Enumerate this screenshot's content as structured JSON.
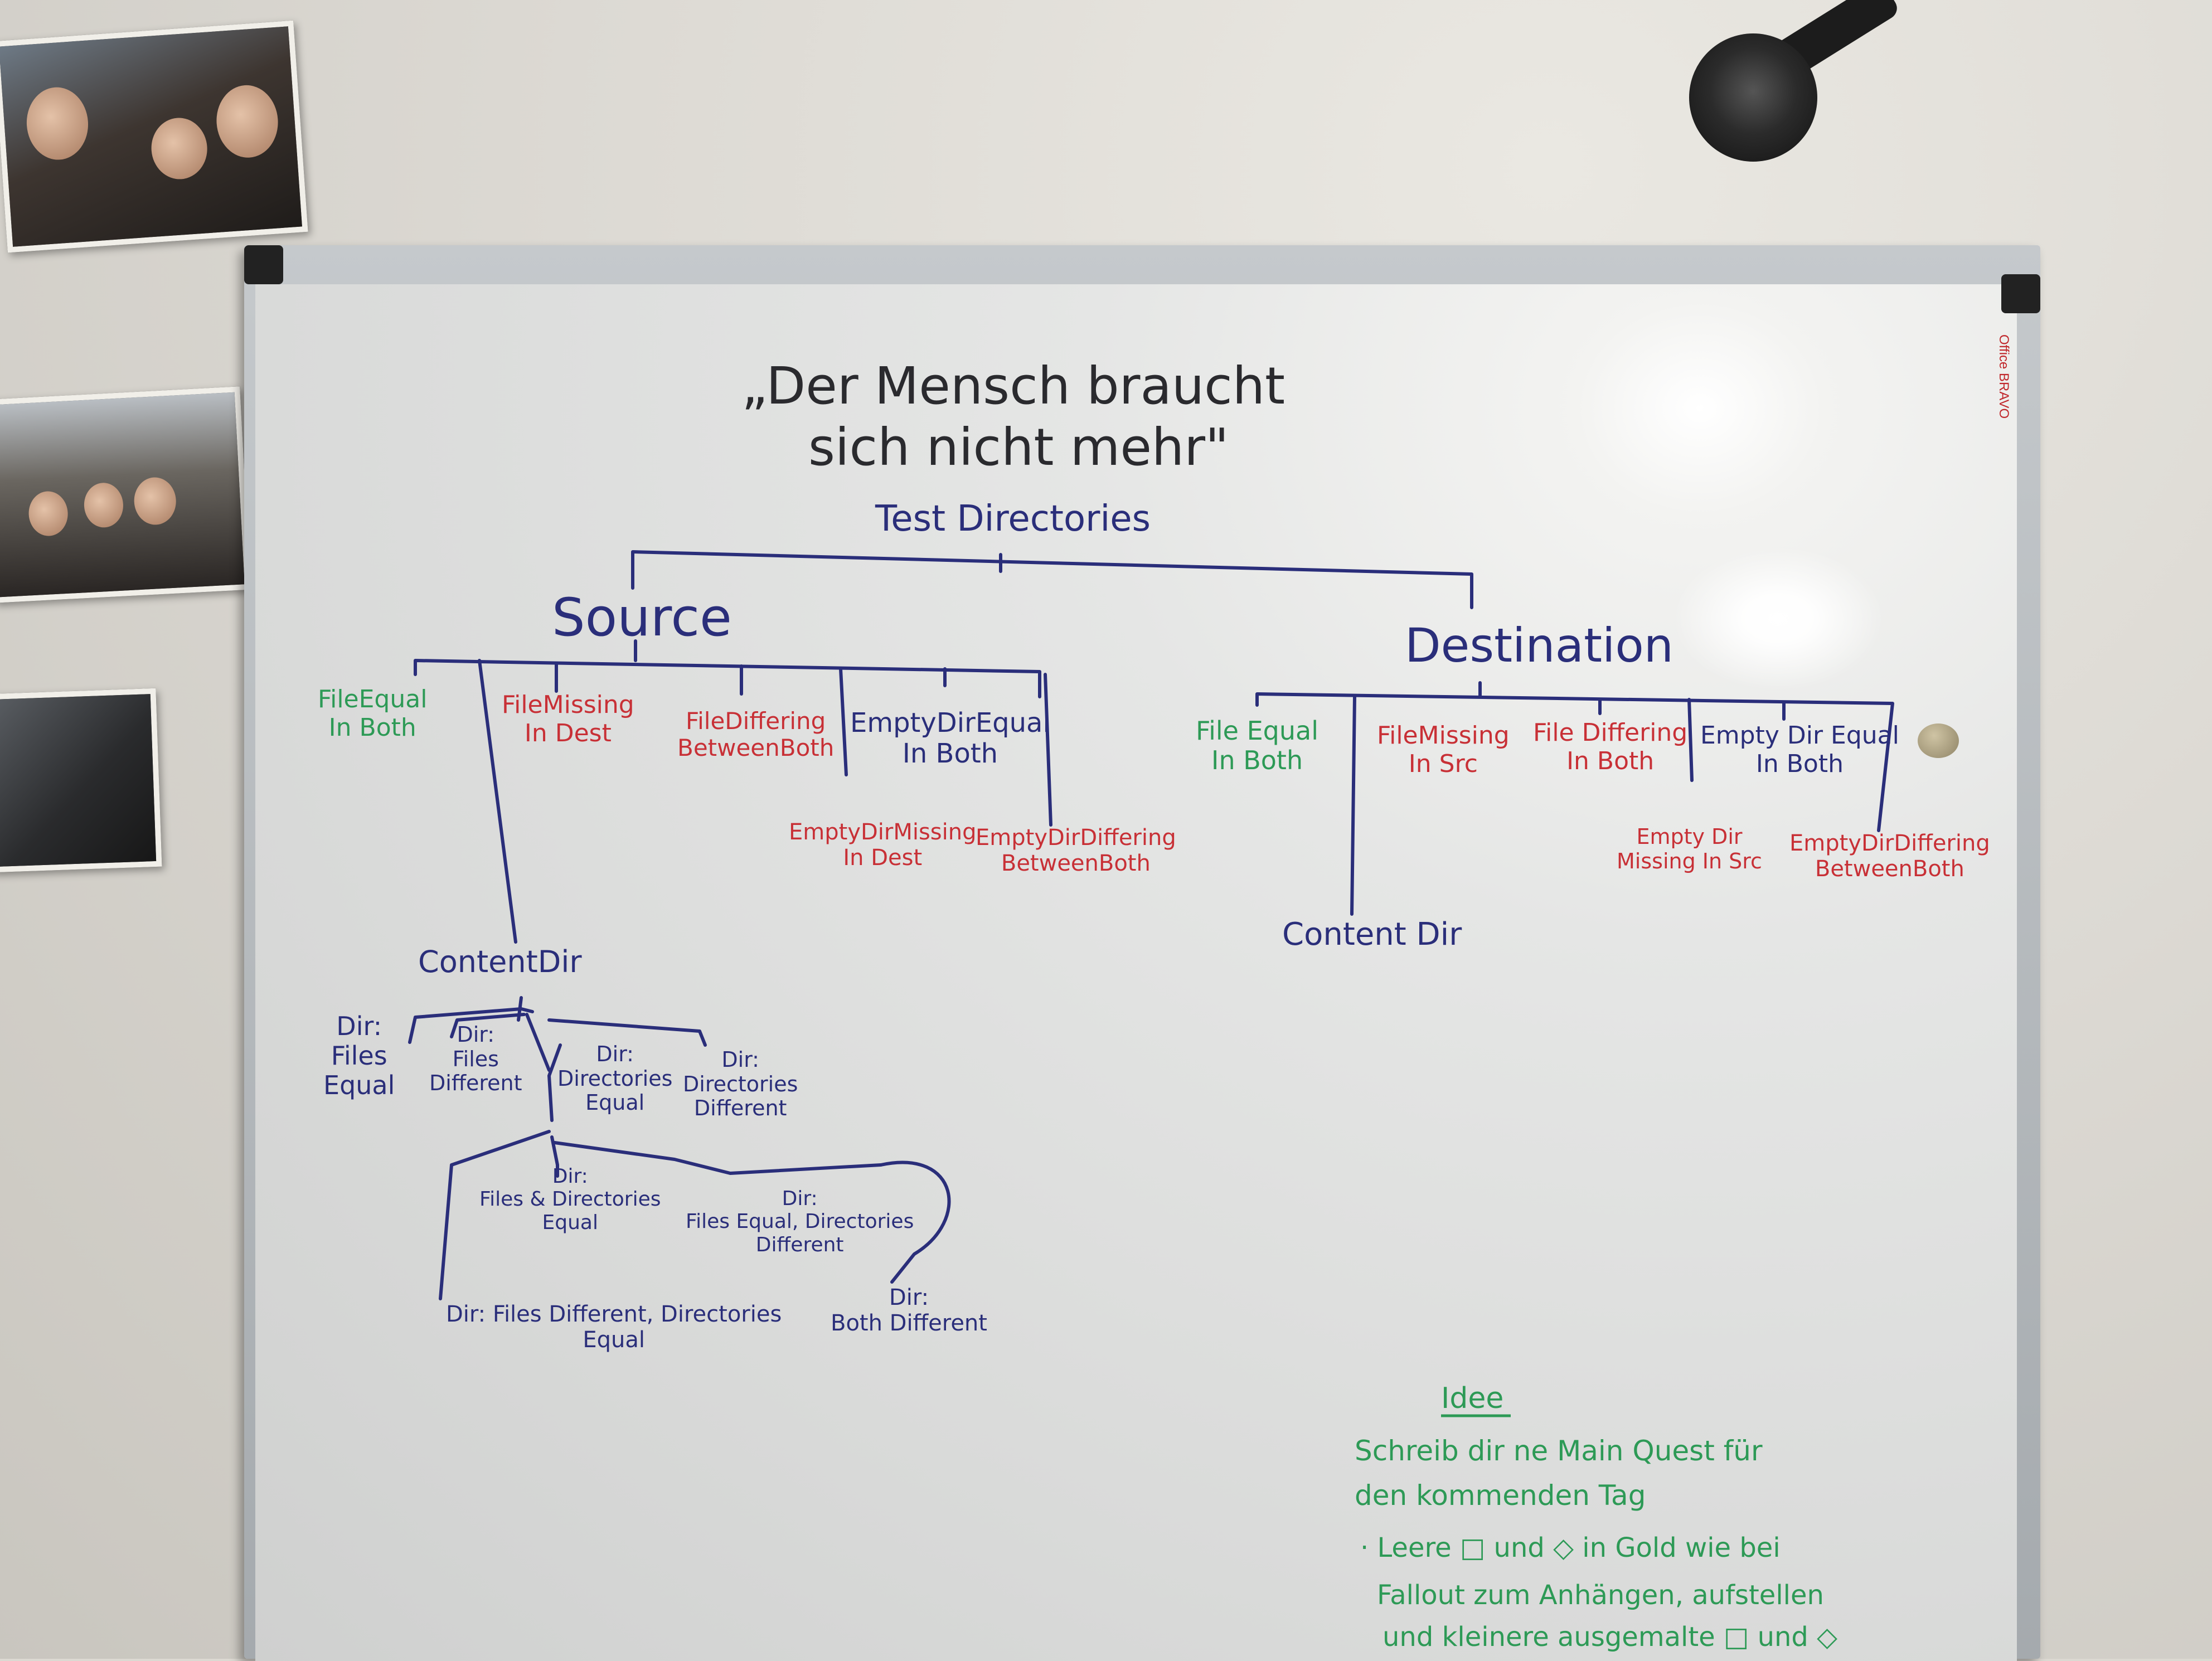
{
  "quote": {
    "line1": "„Der Mensch braucht",
    "line2": "sich nicht mehr\""
  },
  "tree": {
    "root": "Test Directories",
    "source": {
      "label": "Source",
      "leaves": [
        {
          "l1": "FileEqual",
          "l2": "In Both"
        },
        {
          "l1": "FileMissing",
          "l2": "In Dest"
        },
        {
          "l1": "FileDiffering",
          "l2": "BetweenBoth"
        },
        {
          "l1": "EmptyDirEqual",
          "l2": "In Both"
        },
        {
          "l1": "EmptyDirMissing",
          "l2": "In Dest"
        },
        {
          "l1": "EmptyDirDiffering",
          "l2": "BetweenBoth"
        }
      ],
      "content_dir": "ContentDir",
      "dirs": [
        {
          "l1": "Dir:",
          "l2": "Files",
          "l3": "Equal"
        },
        {
          "l1": "Dir:",
          "l2": "Files",
          "l3": "Different"
        },
        {
          "l1": "Dir:",
          "l2": "Directories",
          "l3": "Equal"
        },
        {
          "l1": "Dir:",
          "l2": "Directories",
          "l3": "Different"
        },
        {
          "l1": "Dir:",
          "l2": "Files & Directories",
          "l3": "Equal"
        },
        {
          "l1": "Dir:",
          "l2": "Files Equal, Directories",
          "l3": "Different"
        },
        {
          "l1": "Dir: Files Different, Directories",
          "l2": "Equal"
        },
        {
          "l1": "Dir:",
          "l2": "Both Different"
        }
      ]
    },
    "destination": {
      "label": "Destination",
      "leaves": [
        {
          "l1": "File Equal",
          "l2": "In Both"
        },
        {
          "l1": "FileMissing",
          "l2": "In Src"
        },
        {
          "l1": "File Differing",
          "l2": "In Both"
        },
        {
          "l1": "Empty Dir Equal",
          "l2": "In Both"
        },
        {
          "l1": "Empty Dir",
          "l2": "Missing In Src"
        },
        {
          "l1": "EmptyDirDiffering",
          "l2": "BetweenBoth"
        }
      ],
      "content_dir": "Content Dir"
    }
  },
  "idea": {
    "heading": "Idee",
    "lines": [
      "Schreib dir ne Main Quest für",
      "den kommenden Tag",
      "· Leere □ und ◇ in Gold wie bei",
      "Fallout zum Anhängen, aufstellen",
      "und kleinere ausgemalte □ und ◇"
    ]
  },
  "board_brand": "Office BRAVO",
  "colors": {
    "blue_marker": "#2a2e7a",
    "red_marker": "#c83036",
    "green_marker": "#2d9a56"
  }
}
